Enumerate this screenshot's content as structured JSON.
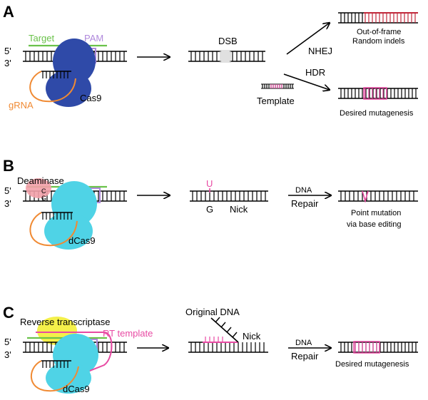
{
  "colors": {
    "dna": "#000000",
    "target_green": "#6ac24a",
    "pam_purple": "#b089dc",
    "cas9_blue": "#2f4aa8",
    "dcas9_cyan": "#4fd3e6",
    "grna_orange": "#f08a33",
    "indel_red": "#c0283a",
    "edit_pink": "#e84aa3",
    "deaminase_pink": "#f2a0a8",
    "rt_yellow": "#f4f04a"
  },
  "panel_a": {
    "label": "A",
    "five_prime": "5'",
    "three_prime": "3'",
    "target": "Target",
    "pam": "PAM",
    "cas9": "Cas9",
    "grna": "gRNA",
    "dsb": "DSB",
    "nhej": "NHEJ",
    "hdr": "HDR",
    "template": "Template",
    "nhej_outcome_line1": "Out-of-frame",
    "nhej_outcome_line2": "Random indels",
    "hdr_outcome": "Desired mutagenesis"
  },
  "panel_b": {
    "label": "B",
    "deaminase": "Deaminase",
    "five_prime": "5'",
    "three_prime": "3'",
    "base_c": "C",
    "base_g": "G",
    "dcas9": "dCas9",
    "u_base": "U",
    "g_base": "G",
    "nick": "Nick",
    "dna_repair_top": "DNA",
    "dna_repair_bottom": "Repair",
    "outcome_line1": "Point mutation",
    "outcome_line2": "via base editing"
  },
  "panel_c": {
    "label": "C",
    "reverse_transcriptase": "Reverse transcriptase",
    "rt_template": "RT template",
    "five_prime": "5'",
    "three_prime": "3'",
    "dcas9": "dCas9",
    "original_dna": "Original DNA",
    "nick": "Nick",
    "dna_repair_top": "DNA",
    "dna_repair_bottom": "Repair",
    "outcome": "Desired mutagenesis"
  }
}
